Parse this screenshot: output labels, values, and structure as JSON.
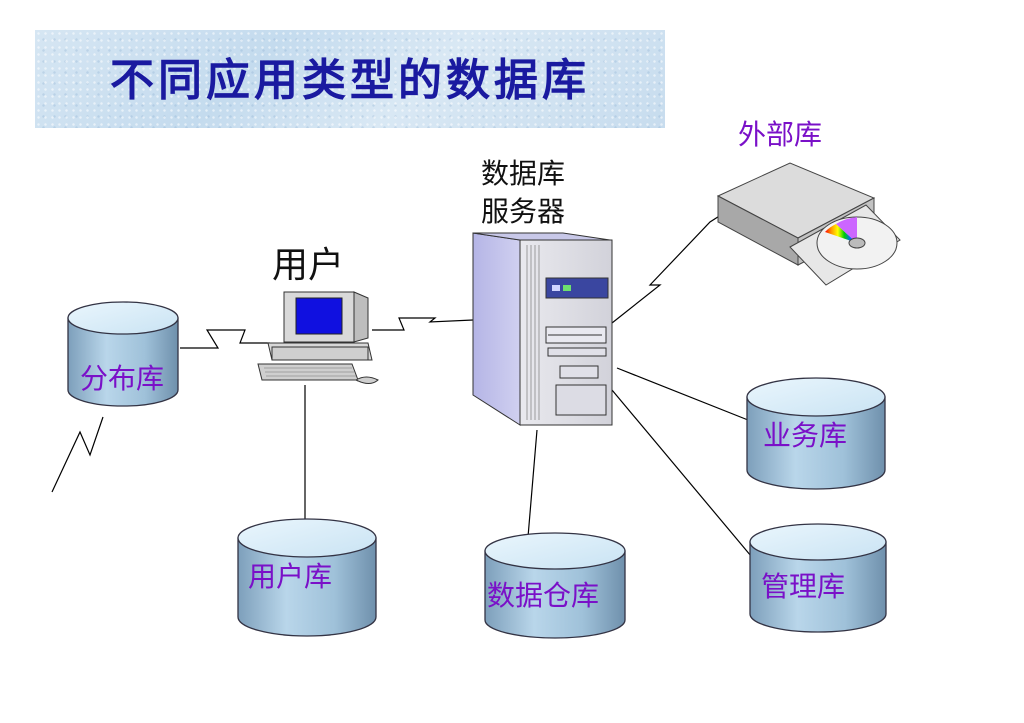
{
  "title": "不同应用类型的数据库",
  "nodes": {
    "user": "用户",
    "server_line1": "数据库",
    "server_line2": "服务器",
    "external_db": "外部库",
    "distributed_db": "分布库",
    "user_db": "用户库",
    "data_warehouse": "数据仓库",
    "business_db": "业务库",
    "management_db": "管理库"
  },
  "colors": {
    "title_text": "#1a1aa0",
    "db_label": "#7a10c8",
    "cylinder_top": "#d9edf9",
    "cylinder_body": "#9cbfd8"
  }
}
